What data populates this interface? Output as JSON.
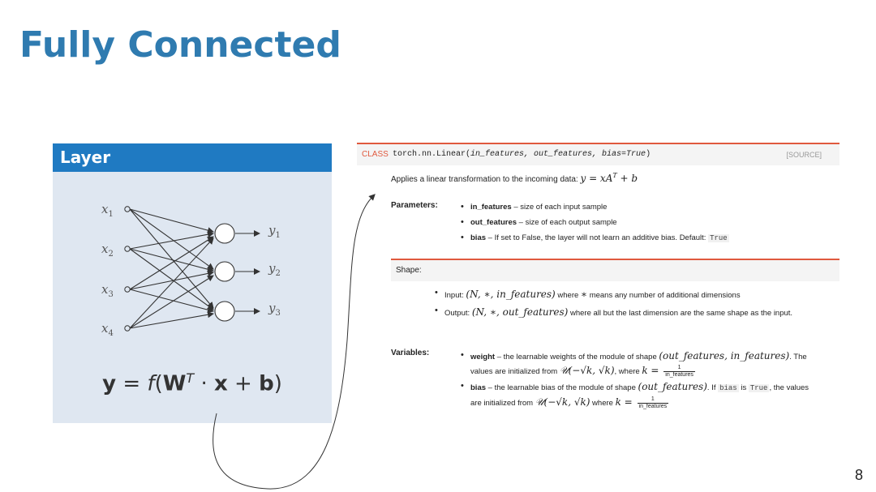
{
  "slide": {
    "title": "Fully Connected",
    "page_number": "8"
  },
  "layer_panel": {
    "header": "Layer",
    "inputs": [
      {
        "name": "x",
        "sub": "1"
      },
      {
        "name": "x",
        "sub": "2"
      },
      {
        "name": "x",
        "sub": "3"
      },
      {
        "name": "x",
        "sub": "4"
      }
    ],
    "outputs": [
      {
        "name": "y",
        "sub": "1"
      },
      {
        "name": "y",
        "sub": "2"
      },
      {
        "name": "y",
        "sub": "3"
      }
    ],
    "formula": {
      "y": "y",
      "eq": " = ",
      "f": "f",
      "open": "(",
      "W": "W",
      "T": "T",
      "dot": " · ",
      "x": "x",
      "plus": " + ",
      "b": "b",
      "close": ")"
    }
  },
  "doc": {
    "class_kw": "CLASS",
    "sig_name": "torch.nn.Linear(",
    "sig_params": "in_features, out_features, bias=True",
    "sig_close": ")",
    "source": "[SOURCE]",
    "description": "Applies a linear transformation to the incoming data: ",
    "description_math": "y = xA",
    "description_math_sup": "T",
    "description_math_tail": " + b",
    "parameters_label": "Parameters:",
    "parameters": [
      {
        "name": "in_features",
        "text": " – size of each input sample"
      },
      {
        "name": "out_features",
        "text": " – size of each output sample"
      },
      {
        "name": "bias",
        "text": " – If set to False, the layer will not learn an additive bias. Default: ",
        "code": "True"
      }
    ],
    "shape_label": "Shape:",
    "shape_items": [
      {
        "prefix": "Input: ",
        "math": "(N, ∗, in_features)",
        "middle": " where ",
        "math2": "∗",
        "suffix": " means any number of additional dimensions"
      },
      {
        "prefix": "Output: ",
        "math": "(N, ∗, out_features)",
        "suffix": " where all but the last dimension are the same shape as the input."
      }
    ],
    "variables_label": "Variables:",
    "variables": [
      {
        "name": "weight",
        "line1": " – the learnable weights of the module of shape ",
        "line1_math": "(out_features, in_features)",
        "line1_end": ". The",
        "line2": "values are initialized from ",
        "line2_math": "𝒰(−√k, √k)",
        "line2_mid": ", where ",
        "line2_k": "k = ",
        "frac_num": "1",
        "frac_den": "in_features"
      },
      {
        "name": "bias",
        "line1": " – the learnable bias of the module of shape ",
        "line1_math": "(out_features)",
        "line1_mid": ". If ",
        "code1": "bias",
        "line1_is": " is ",
        "code2": "True",
        "line1_end": ", the values",
        "line2": "are initialized from ",
        "line2_math": "𝒰(−√k, √k)",
        "line2_mid": " where ",
        "line2_k": "k = ",
        "frac_num": "1",
        "frac_den": "in_features"
      }
    ]
  }
}
